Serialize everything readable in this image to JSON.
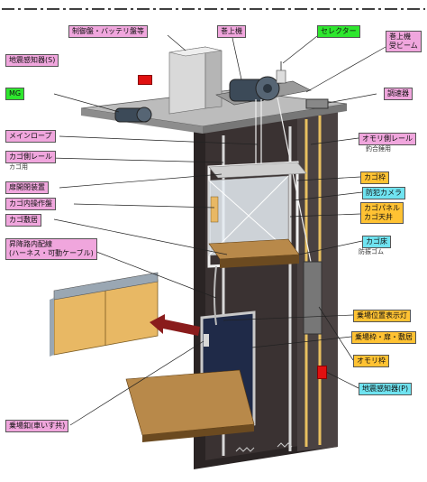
{
  "labels": {
    "seigyoban": "制御盤・バッテリ盤等",
    "makiageki": "巻上機",
    "selector": "セレクター",
    "makiageki_beam": "巻上機\n受ビーム",
    "jishin_s": "地震感知器(S)",
    "mg": "MG",
    "chosokuki": "調速器",
    "main_rope": "メインロープ",
    "omori_rail": "オモリ側レール",
    "omori_rail_sub": "釣合錘用",
    "kago_rail": "カゴ側レール",
    "kago_rail_sub": "カゴ用",
    "tobira_kaihei": "扉開閉装置",
    "kago_waku": "カゴ枠",
    "bohan_camera": "防犯カメラ",
    "kago_nai_sosaban": "カゴ内操作盤",
    "kago_panel": "カゴパネル\nカゴ天井",
    "kago_shikii": "カゴ敷居",
    "kago_yuka": "カゴ床",
    "kago_yuka_sub": "防振ゴム",
    "shokoro_haisen": "昇降路内配線\n(ハーネス・可動ケーブル)",
    "noriba_ichi": "乗場位置表示灯",
    "noriba_waku": "乗場枠・扉・敷居",
    "omori_waku": "オモリ枠",
    "jishin_p": "地震感知器(P)",
    "noriba_botan": "乗場釦(車いす共)"
  },
  "colors": {
    "pink": "#f0a6dd",
    "green": "#2ee62e",
    "orange": "#ffc233",
    "cyan": "#6fe3f0",
    "shaft": "#2a2424",
    "door": "#e8b864",
    "sensor": "#e01010"
  }
}
